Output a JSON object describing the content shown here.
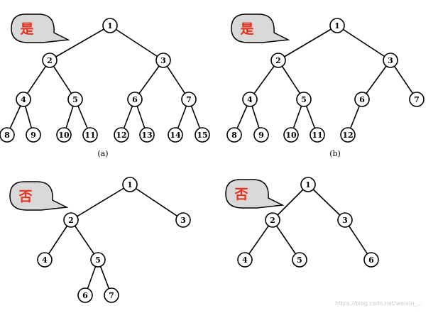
{
  "bubble_text_color": "#e8301c",
  "watermark": "https://blog.csdn.net/weixin_...",
  "trees": [
    {
      "key": "a",
      "verdict": "是",
      "caption": "(a)",
      "nodes": [
        {
          "id": "1",
          "label": "1",
          "depth": 0,
          "slot": 7.5
        },
        {
          "id": "2",
          "label": "2",
          "depth": 1,
          "slot": 3.5
        },
        {
          "id": "3",
          "label": "3",
          "depth": 1,
          "slot": 11.5
        },
        {
          "id": "4",
          "label": "4",
          "depth": 2,
          "slot": 1.5
        },
        {
          "id": "5",
          "label": "5",
          "depth": 2,
          "slot": 5.5
        },
        {
          "id": "6",
          "label": "6",
          "depth": 2,
          "slot": 9.5
        },
        {
          "id": "7",
          "label": "7",
          "depth": 2,
          "slot": 13.5
        },
        {
          "id": "8",
          "label": "8",
          "depth": 3,
          "slot": 0.5
        },
        {
          "id": "9",
          "label": "9",
          "depth": 3,
          "slot": 2.5
        },
        {
          "id": "10",
          "label": "10",
          "depth": 3,
          "slot": 4.5
        },
        {
          "id": "11",
          "label": "11",
          "depth": 3,
          "slot": 6.5
        },
        {
          "id": "12",
          "label": "12",
          "depth": 3,
          "slot": 8.5
        },
        {
          "id": "13",
          "label": "13",
          "depth": 3,
          "slot": 10.5
        },
        {
          "id": "14",
          "label": "14",
          "depth": 3,
          "slot": 12.5
        },
        {
          "id": "15",
          "label": "15",
          "depth": 3,
          "slot": 14.5
        }
      ],
      "edges": [
        [
          "1",
          "2"
        ],
        [
          "1",
          "3"
        ],
        [
          "2",
          "4"
        ],
        [
          "2",
          "5"
        ],
        [
          "3",
          "6"
        ],
        [
          "3",
          "7"
        ],
        [
          "4",
          "8"
        ],
        [
          "4",
          "9"
        ],
        [
          "5",
          "10"
        ],
        [
          "5",
          "11"
        ],
        [
          "6",
          "12"
        ],
        [
          "6",
          "13"
        ],
        [
          "7",
          "14"
        ],
        [
          "7",
          "15"
        ]
      ]
    },
    {
      "key": "b",
      "verdict": "是",
      "caption": "(b)",
      "nodes": [
        {
          "id": "1",
          "label": "1",
          "depth": 0,
          "slot": 7.5
        },
        {
          "id": "2",
          "label": "2",
          "depth": 1,
          "slot": 3.5
        },
        {
          "id": "3",
          "label": "3",
          "depth": 1,
          "slot": 11.5
        },
        {
          "id": "4",
          "label": "4",
          "depth": 2,
          "slot": 1.5
        },
        {
          "id": "5",
          "label": "5",
          "depth": 2,
          "slot": 5.5
        },
        {
          "id": "6",
          "label": "6",
          "depth": 2,
          "slot": 9.5
        },
        {
          "id": "7",
          "label": "7",
          "depth": 2,
          "slot": 13.5
        },
        {
          "id": "8",
          "label": "8",
          "depth": 3,
          "slot": 0.5
        },
        {
          "id": "9",
          "label": "9",
          "depth": 3,
          "slot": 2.5
        },
        {
          "id": "10",
          "label": "10",
          "depth": 3,
          "slot": 4.5
        },
        {
          "id": "11",
          "label": "11",
          "depth": 3,
          "slot": 6.5
        },
        {
          "id": "12",
          "label": "12",
          "depth": 3,
          "slot": 8.5
        }
      ],
      "edges": [
        [
          "1",
          "2"
        ],
        [
          "1",
          "3"
        ],
        [
          "2",
          "4"
        ],
        [
          "2",
          "5"
        ],
        [
          "3",
          "6"
        ],
        [
          "3",
          "7"
        ],
        [
          "4",
          "8"
        ],
        [
          "4",
          "9"
        ],
        [
          "5",
          "10"
        ],
        [
          "5",
          "11"
        ],
        [
          "6",
          "12"
        ]
      ]
    },
    {
      "key": "c",
      "verdict": "否",
      "caption": "",
      "nodes": [
        {
          "id": "1",
          "label": "1"
        },
        {
          "id": "2",
          "label": "2"
        },
        {
          "id": "3",
          "label": "3"
        },
        {
          "id": "4",
          "label": "4"
        },
        {
          "id": "5",
          "label": "5"
        },
        {
          "id": "6",
          "label": "6"
        },
        {
          "id": "7",
          "label": "7"
        }
      ],
      "edges": [
        [
          "1",
          "2"
        ],
        [
          "1",
          "3"
        ],
        [
          "2",
          "4"
        ],
        [
          "2",
          "5"
        ],
        [
          "5",
          "6"
        ],
        [
          "5",
          "7"
        ]
      ]
    },
    {
      "key": "d",
      "verdict": "否",
      "caption": "",
      "nodes": [
        {
          "id": "1",
          "label": "1"
        },
        {
          "id": "2",
          "label": "2"
        },
        {
          "id": "3",
          "label": "3"
        },
        {
          "id": "4",
          "label": "4"
        },
        {
          "id": "5",
          "label": "5"
        },
        {
          "id": "6",
          "label": "6"
        }
      ],
      "edges": [
        [
          "1",
          "2"
        ],
        [
          "1",
          "3"
        ],
        [
          "2",
          "4"
        ],
        [
          "2",
          "5"
        ],
        [
          "3",
          "6"
        ]
      ]
    }
  ]
}
